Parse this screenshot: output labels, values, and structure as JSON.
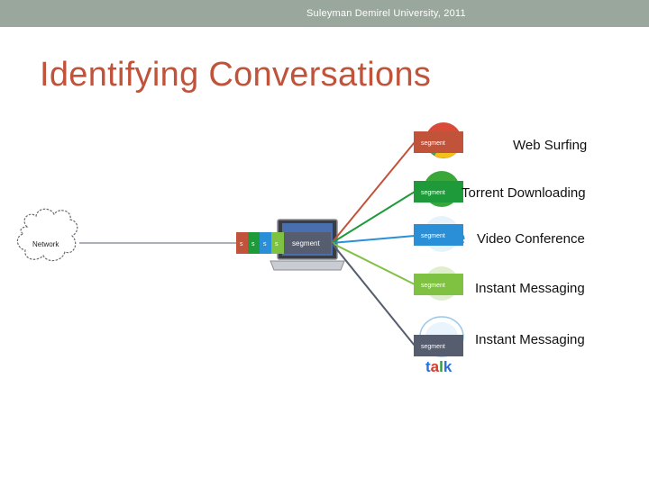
{
  "header": {
    "institution": "Suleyman Demirel University, 2011"
  },
  "slide": {
    "title": "Identifying Conversations"
  },
  "network": {
    "label": "Network"
  },
  "queue": {
    "small_label": "s",
    "main_label": "segment",
    "colors": [
      "#c0533a",
      "#1f9a3a",
      "#2a8fd6",
      "#7fc242",
      "#555d6e"
    ]
  },
  "destinations": [
    {
      "label": "Web Surfing",
      "segment_label": "segment",
      "color": "#c0533a",
      "icon": "chrome-icon"
    },
    {
      "label": "Torrent Downloading",
      "segment_label": "segment",
      "color": "#1f9a3a",
      "icon": "utorrent-icon"
    },
    {
      "label": "Video Conference",
      "segment_label": "segment",
      "color": "#2a8fd6",
      "icon": "skype-icon"
    },
    {
      "label": "Instant Messaging",
      "segment_label": "segment",
      "color": "#7fc242",
      "icon": "icq-icon"
    },
    {
      "label": "Instant Messaging",
      "segment_label": "segment",
      "color": "#555d6e",
      "icon": "gtalk-icon"
    }
  ],
  "talk_logo": {
    "letters": [
      "t",
      "a",
      "l",
      "k"
    ],
    "colors": [
      "#2a6fd6",
      "#d63a2a",
      "#2a9a3a",
      "#2a6fd6"
    ]
  }
}
